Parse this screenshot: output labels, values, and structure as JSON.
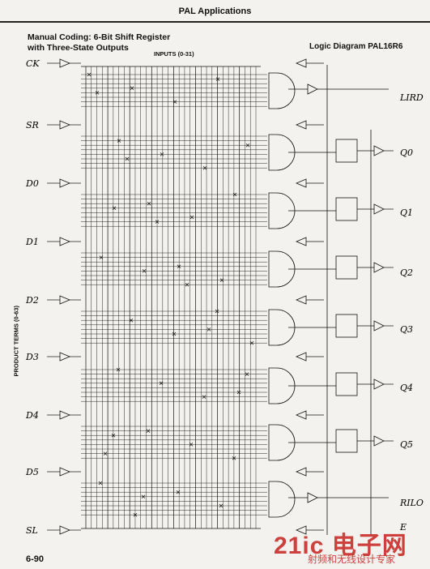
{
  "header": {
    "title": "PAL Applications"
  },
  "title": {
    "line1": "Manual Coding: 6-Bit Shift Register",
    "line2": "with Three-State Outputs"
  },
  "diagram_title": "Logic Diagram PAL16R6",
  "inputs_label": "INPUTS (0-31)",
  "axis_label": "PRODUCT TERMS (0-63)",
  "left_signals": [
    "CK",
    "SR",
    "D0",
    "D1",
    "D2",
    "D3",
    "D4",
    "D5",
    "SL"
  ],
  "right_signals": [
    "LIRD",
    "Q0",
    "Q1",
    "Q2",
    "Q3",
    "Q4",
    "Q5",
    "RILO",
    "E"
  ],
  "page_number": "6-90",
  "watermark": {
    "brand": "21ic 电子网",
    "sub": "射频和无线设计专家"
  },
  "colors": {
    "ink": "#111111",
    "paper": "#f3f2ee",
    "watermark": "#c8221f"
  }
}
